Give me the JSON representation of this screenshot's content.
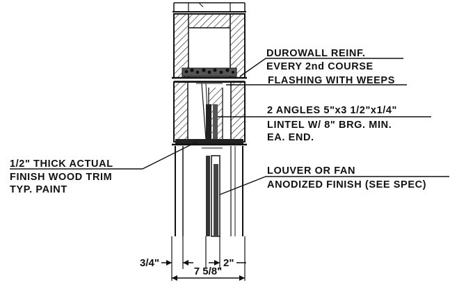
{
  "notes": {
    "durowall": [
      "DUROWALL REINF.",
      "EVERY 2nd COURSE"
    ],
    "flashing": "FLASHING WITH WEEPS",
    "angles": [
      "2 ANGLES 5\"x3 1/2\"x1/4\"",
      "LINTEL W/ 8\" BRG. MIN.",
      "EA. END."
    ],
    "trim": [
      "1/2\" THICK ACTUAL",
      "FINISH WOOD TRIM",
      "TYP. PAINT"
    ],
    "louver": [
      "LOUVER OR FAN",
      "ANODIZED FINISH (SEE SPEC)"
    ]
  },
  "dimensions": {
    "trim_width": "3/4\"",
    "louver_depth": "2\"",
    "wall_width": "7 5/8\""
  }
}
